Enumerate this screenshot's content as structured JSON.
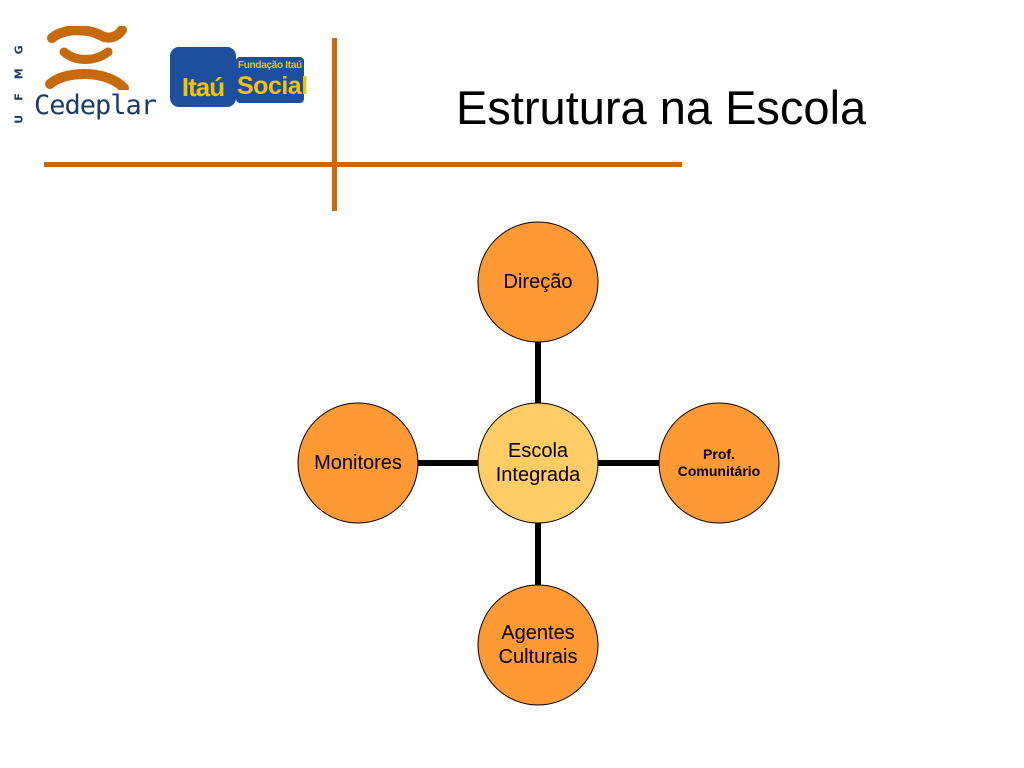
{
  "header": {
    "title": "Estrutura na Escola",
    "ufmg_label": "UFMG",
    "cedeplar_label": "Cedeplar",
    "itau_label": "Itaú",
    "fundacao_label": "Fundação Itaú",
    "social_label": "Social"
  },
  "diagram": {
    "center": {
      "label_line1": "Escola",
      "label_line2": "Integrada"
    },
    "nodes": {
      "top": {
        "label": "Direção"
      },
      "right": {
        "label_line1": "Prof.",
        "label_line2": "Comunitário"
      },
      "bottom": {
        "label_line1": "Agentes",
        "label_line2": "Culturais"
      },
      "left": {
        "label": "Monitores"
      }
    }
  },
  "colors": {
    "accent": "#c8690e",
    "node_fill": "#ff9933",
    "center_fill": "#ffcc66",
    "navy": "#1b3c64",
    "itau_blue": "#1d4f9e",
    "itau_yellow": "#f5c400"
  }
}
